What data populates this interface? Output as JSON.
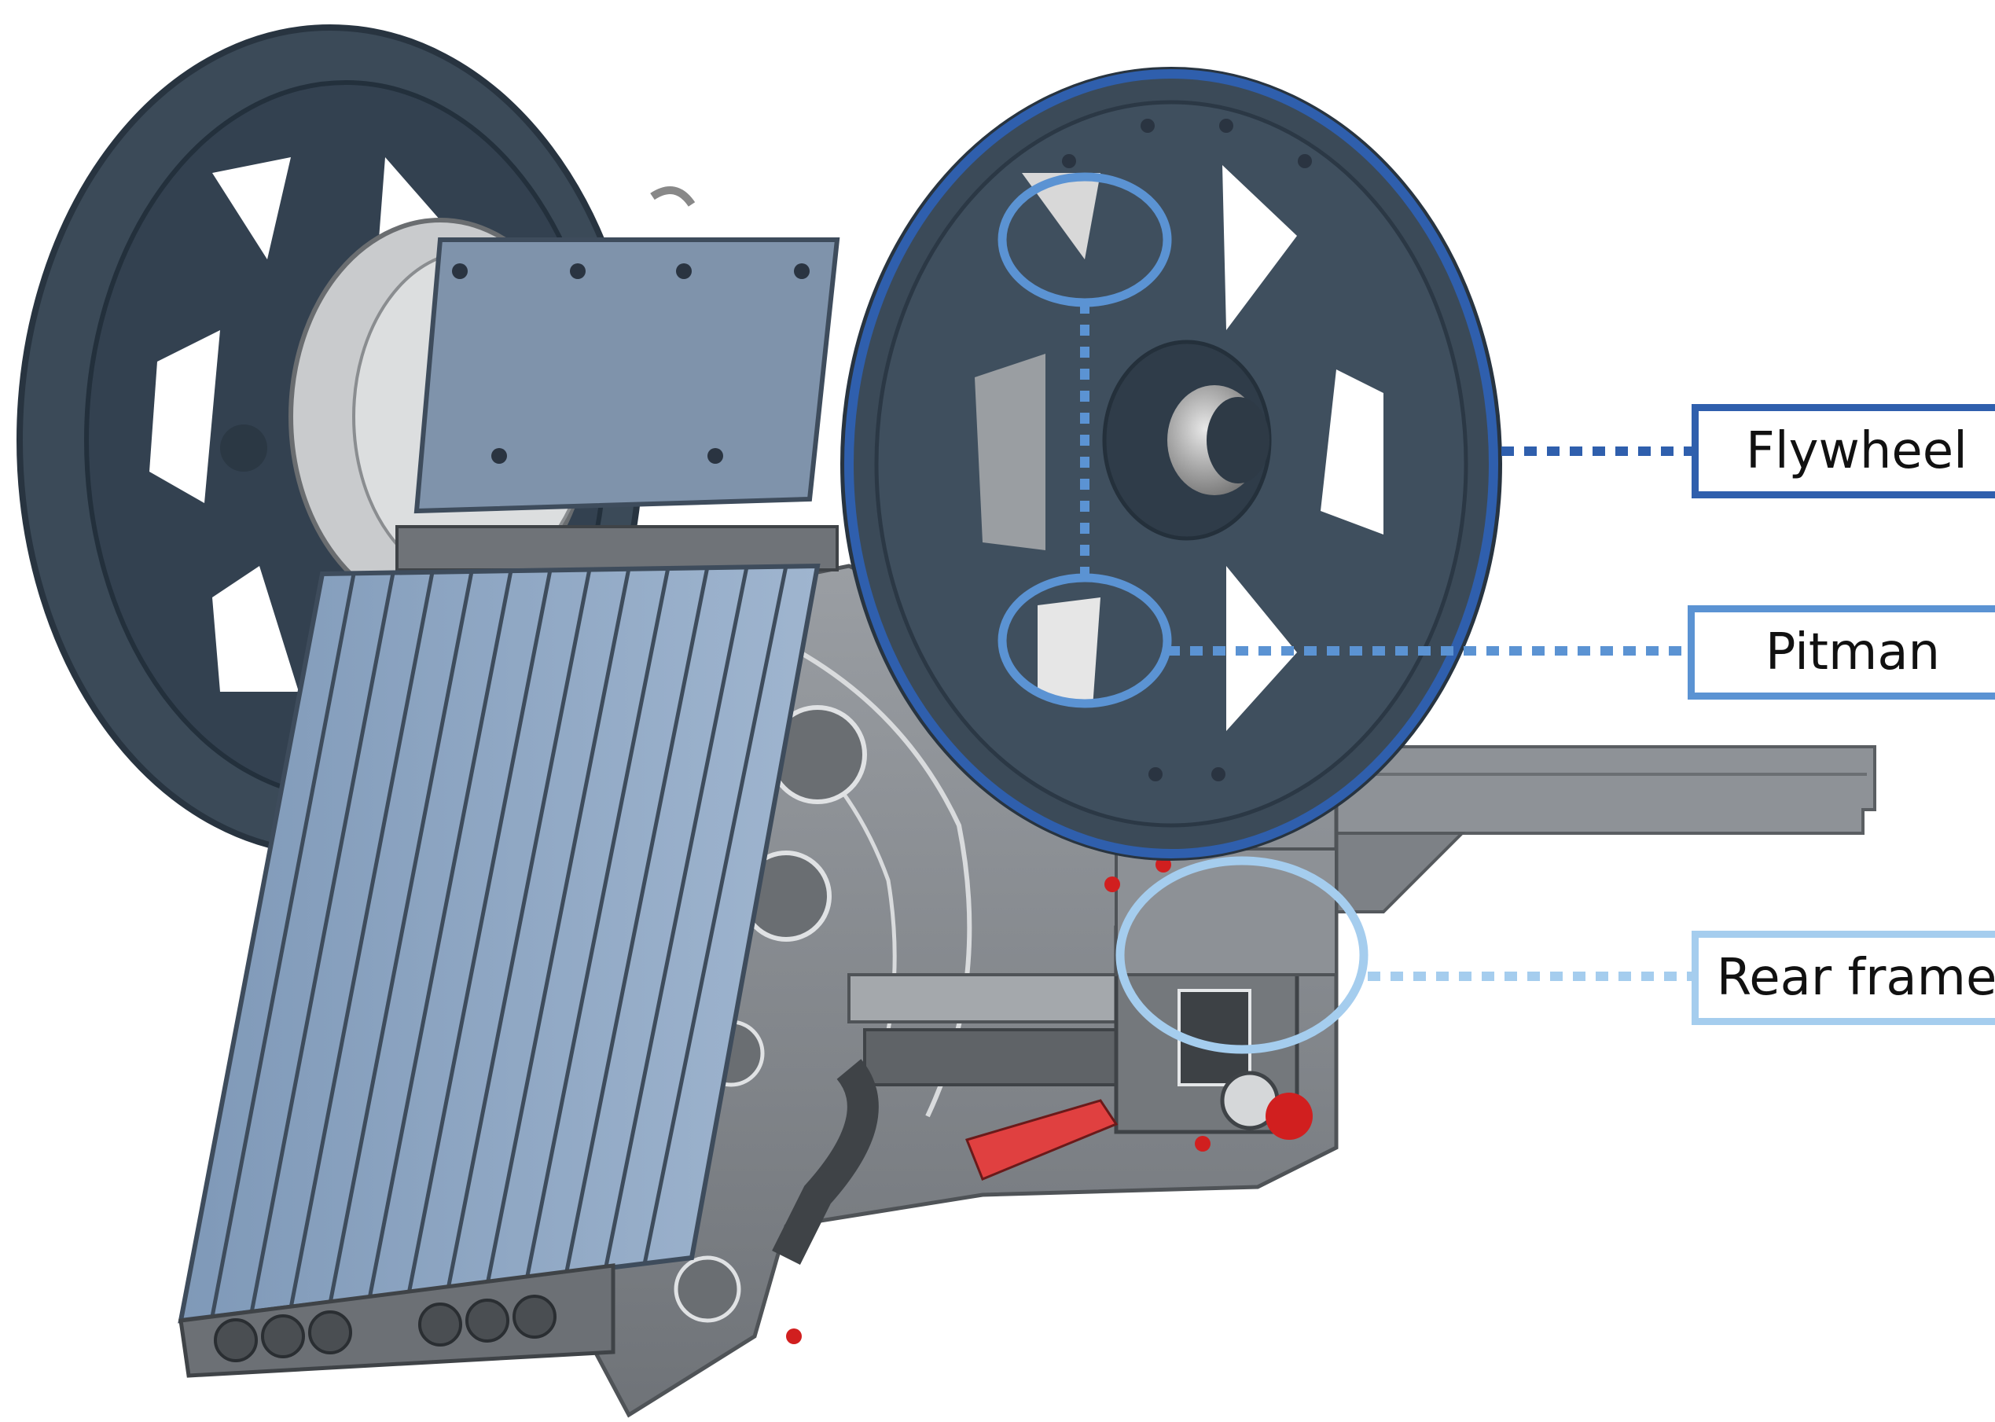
{
  "labels": {
    "flywheel": "Flywheel",
    "pitman": "Pitman",
    "rear_frame": "Rear frame"
  },
  "colors": {
    "flywheel_accent": "#2f5fad",
    "pitman_accent": "#5b93d3",
    "rear_frame_accent": "#a5cdee",
    "wheel_body": "#3b4a58",
    "jaw_plate": "#8aa3c0",
    "frame_gray": "#8b8f94",
    "red_part": "#d11f1f"
  }
}
